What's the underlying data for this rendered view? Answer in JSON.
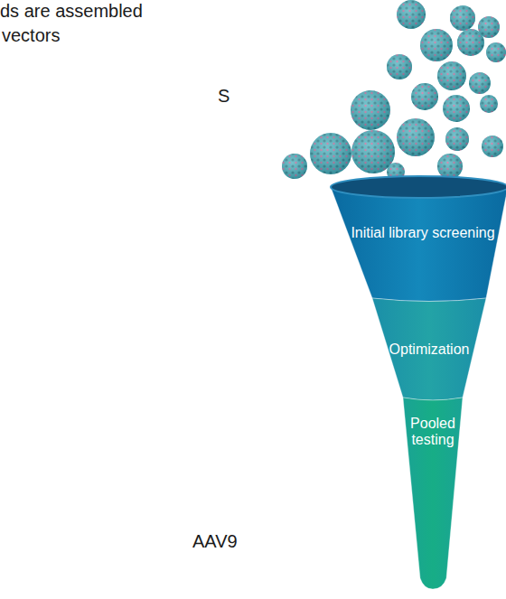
{
  "diagram": {
    "nodes": [
      {
        "text": [
          "Initial library screening"
        ]
      },
      {
        "text": [
          "Optimization"
        ]
      },
      {
        "text": [
          "Pooled testing"
        ]
      }
    ],
    "labels": [
      "ds are assembled",
      "vectors",
      "S",
      "AAV9"
    ]
  }
}
